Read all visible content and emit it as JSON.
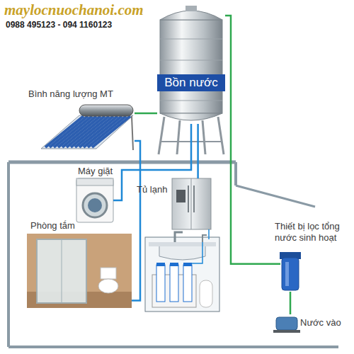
{
  "diagram": {
    "nodes": [
      {
        "text": [
          "Bồn nước"
        ]
      },
      {
        "text": [
          "Bình năng lượng MT"
        ]
      },
      {
        "text": [
          "Máy giặt"
        ]
      },
      {
        "text": [
          "Tủ lạnh"
        ]
      },
      {
        "text": [
          "Phòng tắm"
        ]
      },
      {
        "text": [
          "Thiết bị lọc tổng nước sinh hoạt"
        ]
      },
      {
        "text": [
          "Nước vào"
        ]
      }
    ],
    "edges": [
      {
        "from": 6,
        "to": 5,
        "arrow": "none"
      },
      {
        "from": 5,
        "to": 0,
        "arrow": "none"
      },
      {
        "from": 0,
        "to": 1,
        "arrow": "none"
      },
      {
        "from": 1,
        "to": 4,
        "arrow": "none"
      },
      {
        "from": 0,
        "to": 2,
        "arrow": "none"
      },
      {
        "from": 0,
        "to": 3,
        "arrow": "none"
      }
    ],
    "labels": [
      "maylocnuochanoi.com",
      "0988 495123 - 094 1160123"
    ]
  }
}
